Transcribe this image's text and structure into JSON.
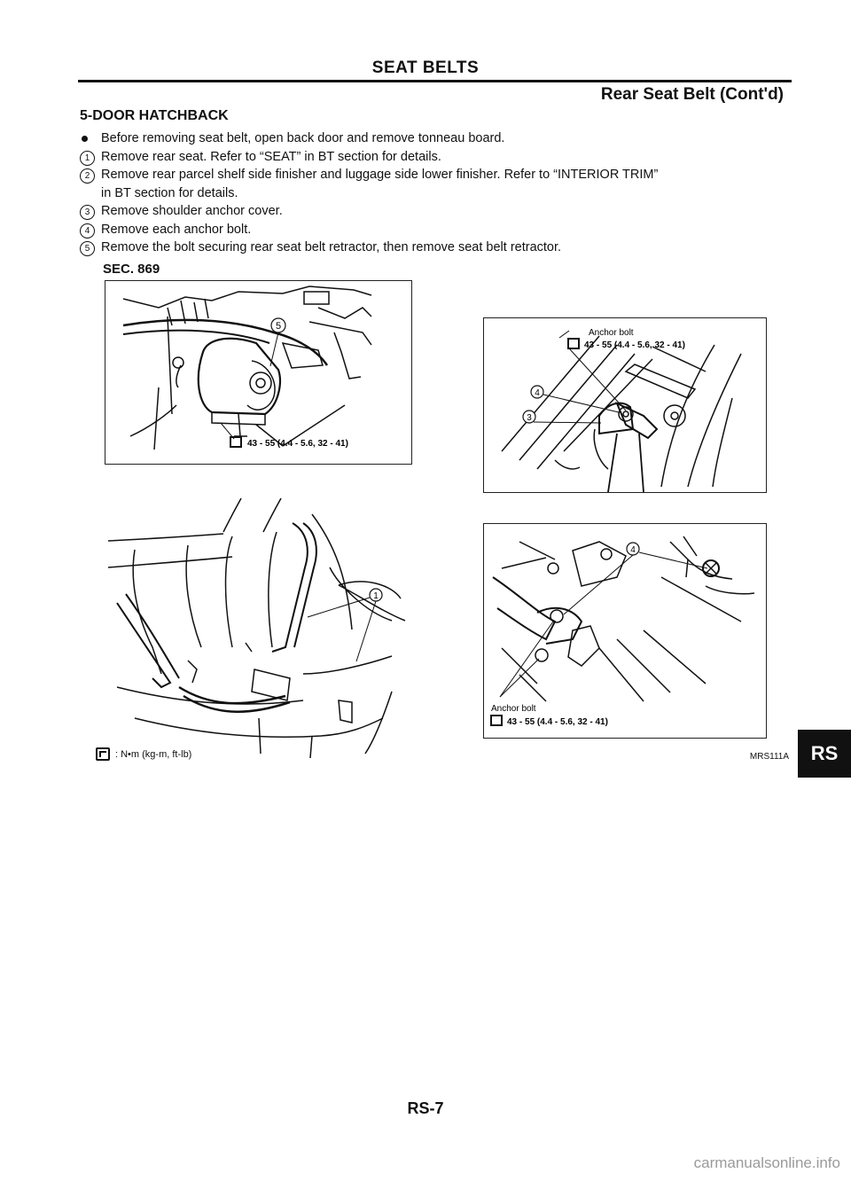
{
  "header": {
    "title": "SEAT BELTS",
    "subtitle": "Rear Seat Belt (Cont'd)"
  },
  "section": {
    "heading": "5-DOOR HATCHBACK",
    "bullet_text": "Before removing seat belt, open back door and remove tonneau board.",
    "steps": [
      {
        "num": "1",
        "text": "Remove rear seat. Refer to “SEAT” in BT section for details."
      },
      {
        "num": "2",
        "text": "Remove rear parcel shelf side finisher and luggage side lower finisher. Refer to “INTERIOR TRIM”"
      },
      {
        "num": "",
        "text": "in BT section for details."
      },
      {
        "num": "3",
        "text": "Remove shoulder anchor cover."
      },
      {
        "num": "4",
        "text": "Remove each anchor bolt."
      },
      {
        "num": "5",
        "text": "Remove the bolt securing rear seat belt retractor, then remove seat belt retractor."
      }
    ]
  },
  "figure": {
    "sec_label": "SEC. 869",
    "callouts": {
      "one": "1",
      "three": "3",
      "four": "4",
      "five": "5"
    },
    "torque_retractor": "43 - 55 (4.4 - 5.6, 32 - 41)",
    "anchor_upper_label": "Anchor bolt",
    "anchor_upper_torque": "43 - 55 (4.4 - 5.6, 32 - 41)",
    "anchor_lower_label": "Anchor bolt",
    "anchor_lower_torque": "43 - 55 (4.4 - 5.6, 32 - 41)",
    "legend_text": ": N•m (kg-m, ft-lb)",
    "code": "MRS111A"
  },
  "tab_label": "RS",
  "page_number": "RS-7",
  "watermark": "carmanualsonline.info"
}
